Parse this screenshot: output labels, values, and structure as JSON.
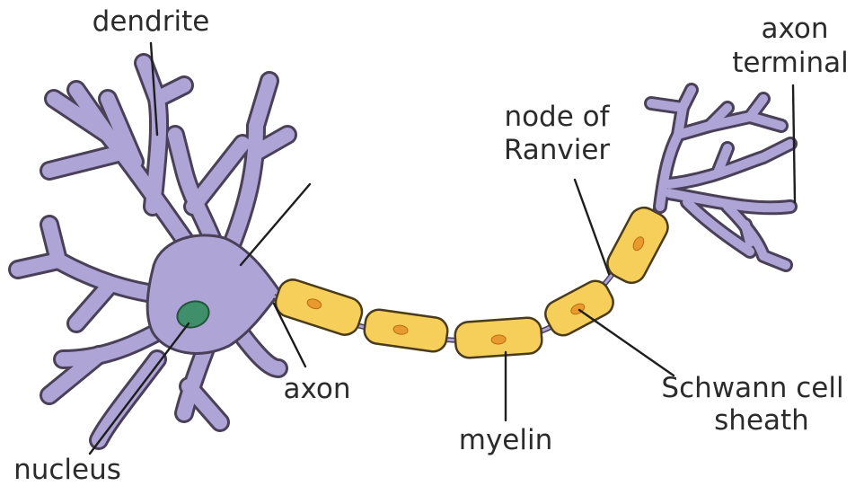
{
  "labels": {
    "dendrite": "dendrite",
    "axon_terminal_1": "axon",
    "axon_terminal_2": "terminal",
    "node_1": "node of",
    "node_2": "Ranvier",
    "axon": "axon",
    "schwann_1": "Schwann cell",
    "schwann_2": "sheath",
    "myelin": "myelin",
    "nucleus": "nucleus"
  },
  "colors": {
    "cell_body": "#aea4d6",
    "outline": "#4a4058",
    "myelin": "#f6cf5a",
    "schwann_nucleus": "#e89a2e",
    "nucleus": "#3f8f6a",
    "text": "#2b2b2b"
  }
}
